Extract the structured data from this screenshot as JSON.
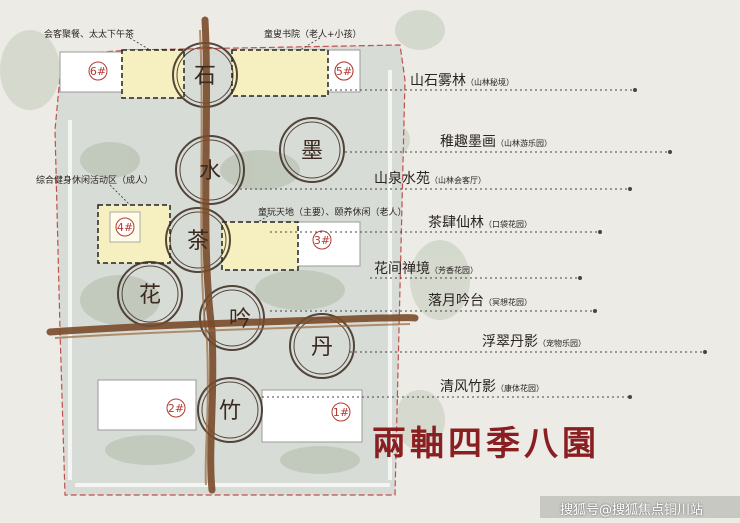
{
  "buildings": [
    "6#",
    "5#",
    "4#",
    "3#",
    "2#",
    "1#"
  ],
  "circle_chars": [
    "石",
    "墨",
    "水",
    "茶",
    "花",
    "吟",
    "丹",
    "竹"
  ],
  "zone_labels": {
    "top_left": "会客聚餐、太太下午茶",
    "top_mid": "童叟书院（老人+小孩）",
    "mid_left": "综合健身休闲活动区（成人）",
    "mid_center": "童玩天地（主要）、颐养休闲（老人）"
  },
  "legend": [
    {
      "main": "山石雾林",
      "sub": "（山林秘境）"
    },
    {
      "main": "稚趣墨画",
      "sub": "（山林游乐园）"
    },
    {
      "main": "山泉水苑",
      "sub": "（山林会客厅）"
    },
    {
      "main": "茶肆仙林",
      "sub": "（口袋花园）"
    },
    {
      "main": "花间禅境",
      "sub": "（芳香花园）"
    },
    {
      "main": "落月吟台",
      "sub": "（冥想花园）"
    },
    {
      "main": "浮翠丹影",
      "sub": "（宠物乐园）"
    },
    {
      "main": "清风竹影",
      "sub": "（康体花园）"
    }
  ],
  "title": "兩軸四季八園",
  "watermark": "搜狐号@搜狐焦点铜川站",
  "colors": {
    "axis": "#7a4a2a",
    "highlight": "#f6f0c0",
    "title": "#8a1f22",
    "site_border": "#c0504d"
  }
}
